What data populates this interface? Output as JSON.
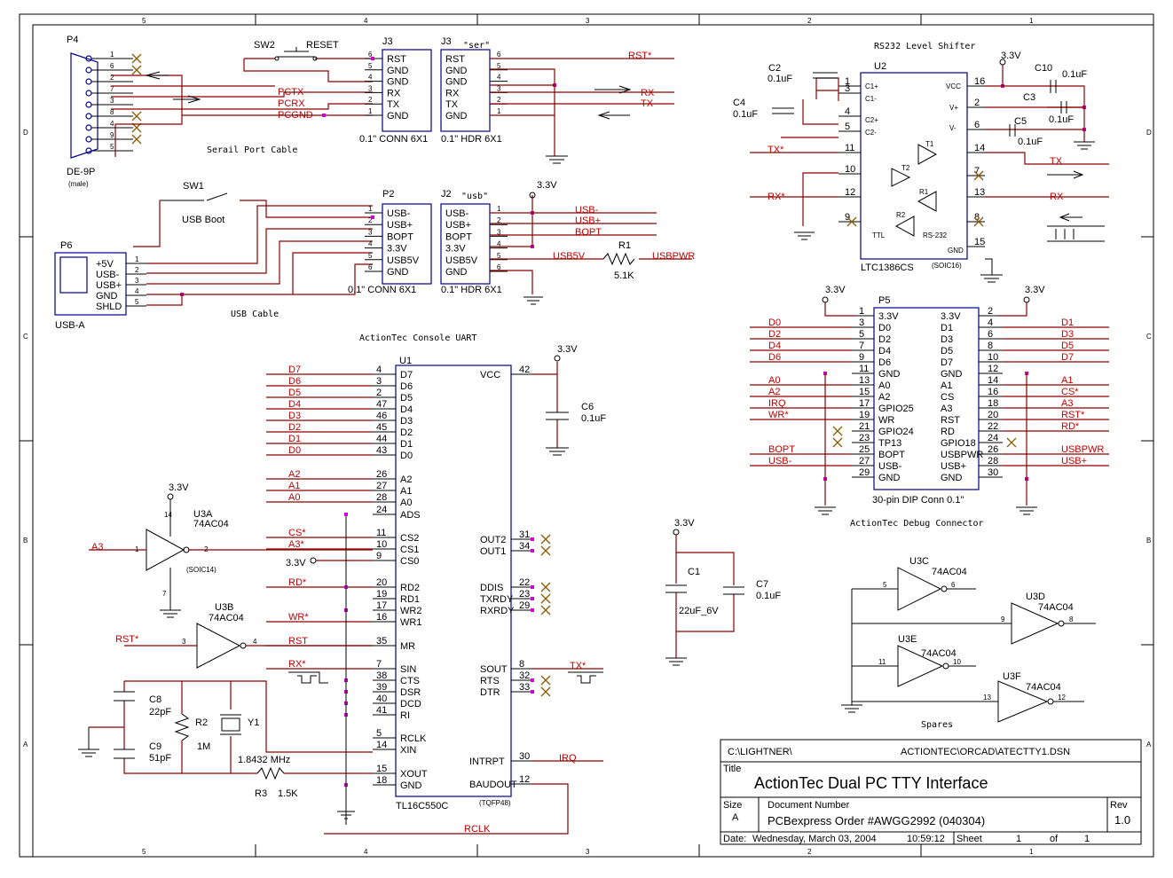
{
  "frame": {
    "zones_top": [
      "5",
      "4",
      "3",
      "2",
      "1"
    ],
    "zones_side": [
      "D",
      "C",
      "B",
      "A"
    ]
  },
  "p4": {
    "ref": "P4",
    "name": "DE-9P",
    "sub": "(male)",
    "pins": [
      "1",
      "6",
      "2",
      "7",
      "3",
      "8",
      "4",
      "9",
      "5"
    ]
  },
  "serial_cable": {
    "label": "Serail Port Cable",
    "nets": [
      "PCTX",
      "PCRX",
      "PCGND"
    ]
  },
  "sw2": {
    "ref": "SW2",
    "label": "RESET"
  },
  "j3_conn": {
    "ref": "J3",
    "pins": [
      "RST",
      "GND",
      "GND",
      "RX",
      "TX",
      "GND"
    ],
    "nums": [
      "6",
      "5",
      "4",
      "3",
      "2",
      "1"
    ],
    "desc": "0.1\" CONN 6X1"
  },
  "j3_hdr": {
    "ref": "J3",
    "tag": "\"ser\"",
    "pins": [
      "RST",
      "GND",
      "GND",
      "RX",
      "TX",
      "GND"
    ],
    "nums": [
      "6",
      "5",
      "4",
      "3",
      "2",
      "1"
    ],
    "desc": "0.1\" HDR 6X1",
    "nets": [
      "RST*",
      "RX",
      "TX"
    ]
  },
  "sw1": {
    "ref": "SW1",
    "label": "USB Boot"
  },
  "p6": {
    "ref": "P6",
    "name": "USB-A",
    "pins": [
      "+5V",
      "USB-",
      "USB+",
      "GND",
      "SHLD"
    ],
    "nums": [
      "1",
      "2",
      "3",
      "4",
      "5"
    ]
  },
  "usb_cable": {
    "label": "USB Cable"
  },
  "p2": {
    "ref": "P2",
    "pins": [
      "USB-",
      "USB+",
      "BOPT",
      "3.3V",
      "USB5V",
      "GND"
    ],
    "nums": [
      "1",
      "2",
      "3",
      "4",
      "5",
      "6"
    ],
    "desc": "0.1\" CONN 6X1"
  },
  "j2": {
    "ref": "J2",
    "tag": "\"usb\"",
    "pins": [
      "USB-",
      "USB+",
      "BOPT",
      "3.3V",
      "USB5V",
      "GND"
    ],
    "nums": [
      "1",
      "2",
      "3",
      "4",
      "5",
      "6"
    ],
    "desc": "0.1\" HDR 6X1",
    "nets": [
      "USB-",
      "USB+",
      "BOPT",
      "USB5V",
      "USBPWR"
    ]
  },
  "r1": {
    "ref": "R1",
    "value": "5.1K"
  },
  "u2": {
    "title": "RS232 Level Shifter",
    "ref": "U2",
    "part": "LTC1386CS",
    "pkg": "(SOIC16)",
    "left": [
      "C1+",
      "C1-",
      "C2+",
      "C2-"
    ],
    "right": [
      "VCC",
      "V+",
      "V-",
      "GND"
    ],
    "lnums": [
      "1",
      "3",
      "4",
      "5",
      "11",
      "10",
      "12",
      "9"
    ],
    "rnums": [
      "16",
      "2",
      "6",
      "14",
      "7",
      "13",
      "8",
      "15"
    ],
    "gates": [
      "T1",
      "T2",
      "R1",
      "R2"
    ],
    "ttl": "TTL",
    "rs232": "RS-232",
    "nets": [
      "TX*",
      "RX*",
      "TX",
      "RX"
    ]
  },
  "caps_rs": [
    {
      "ref": "C2",
      "v": "0.1uF"
    },
    {
      "ref": "C4",
      "v": "0.1uF"
    },
    {
      "ref": "C10",
      "v": "0.1uF"
    },
    {
      "ref": "C3",
      "v": "0.1uF"
    },
    {
      "ref": "C5",
      "v": "0.1uF"
    }
  ],
  "p5": {
    "title": "ActionTec Debug Connector",
    "ref": "P5",
    "desc": "30-pin DIP Conn 0.1\"",
    "left": [
      "3.3V",
      "D0",
      "D2",
      "D4",
      "D6",
      "GND",
      "A0",
      "A2",
      "GPIO25",
      "WR",
      "GPIO24",
      "TP13",
      "BOPT",
      "USB-",
      "GND"
    ],
    "right": [
      "3.3V",
      "D1",
      "D3",
      "D5",
      "D7",
      "GND",
      "A1",
      "CS",
      "A3",
      "RST",
      "RD",
      "GPIO18",
      "USBPWR",
      "USB+",
      "GND"
    ],
    "lnums": [
      "1",
      "3",
      "5",
      "7",
      "9",
      "11",
      "13",
      "15",
      "17",
      "19",
      "21",
      "23",
      "25",
      "27",
      "29"
    ],
    "rnums": [
      "2",
      "4",
      "6",
      "8",
      "10",
      "12",
      "14",
      "16",
      "18",
      "20",
      "22",
      "24",
      "26",
      "28",
      "30"
    ],
    "lnets": [
      "D0",
      "D2",
      "D4",
      "D6",
      "A0",
      "A2",
      "IRQ",
      "WR*",
      "BOPT",
      "USB-"
    ],
    "rnets": [
      "D1",
      "D3",
      "D5",
      "D7",
      "A1",
      "CS*",
      "A3",
      "RST*",
      "RD*",
      "USBPWR",
      "USB+"
    ]
  },
  "u1": {
    "title": "ActionTec Console UART",
    "ref": "U1",
    "part": "TL16C550C",
    "pkg": "(TQFP48)",
    "left": [
      "D7",
      "D6",
      "D5",
      "D4",
      "D3",
      "D2",
      "D1",
      "D0",
      "A2",
      "A1",
      "A0",
      "ADS",
      "CS2",
      "CS1",
      "CS0",
      "RD2",
      "RD1",
      "WR2",
      "WR1",
      "MR",
      "SIN",
      "CTS",
      "DSR",
      "DCD",
      "RI",
      "RCLK",
      "XIN",
      "XOUT",
      "GND"
    ],
    "lnums": [
      "4",
      "3",
      "2",
      "47",
      "46",
      "45",
      "44",
      "43",
      "26",
      "27",
      "28",
      "24",
      "11",
      "10",
      "9",
      "20",
      "19",
      "17",
      "16",
      "35",
      "7",
      "38",
      "39",
      "40",
      "41",
      "5",
      "14",
      "15",
      "18"
    ],
    "right": [
      "VCC",
      "OUT2",
      "OUT1",
      "DDIS",
      "TXRDY",
      "RXRDY",
      "SOUT",
      "RTS",
      "DTR",
      "INTRPT",
      "BAUDOUT"
    ],
    "rnums": [
      "42",
      "31",
      "34",
      "22",
      "23",
      "29",
      "8",
      "32",
      "33",
      "30",
      "12"
    ],
    "nets": [
      "D7",
      "D6",
      "D5",
      "D4",
      "D3",
      "D2",
      "D1",
      "D0",
      "A2",
      "A1",
      "A0",
      "CS*",
      "A3*",
      "3.3V",
      "RD*",
      "WR*",
      "RST",
      "RX*",
      "TX*",
      "IRQ",
      "RCLK"
    ]
  },
  "u3": {
    "ref_a": "U3A",
    "ref_b": "U3B",
    "ref_c": "U3C",
    "ref_d": "U3D",
    "ref_e": "U3E",
    "ref_f": "U3F",
    "part": "74AC04",
    "pkg": "(SOIC14)",
    "spares": "Spares",
    "net_a3": "A3",
    "net_rst": "RST*"
  },
  "osc": {
    "c8": "C8",
    "c8v": "22pF",
    "c9": "C9",
    "c9v": "51pF",
    "r2": "R2",
    "r2v": "1M",
    "y1": "Y1",
    "freq": "1.8432 MHz",
    "r3": "R3",
    "r3v": "1.5K"
  },
  "caps_pwr": {
    "c6": "C6",
    "c6v": "0.1uF",
    "c1": "C1",
    "c1v": "22uF_6V",
    "c7": "C7",
    "c7v": "0.1uF",
    "vcc": "3.3V"
  },
  "titleblock": {
    "path": "C:\\LIGHTNER\\",
    "file": "ACTIONTEC\\ORCAD\\ATECTTY1.DSN",
    "title_lbl": "Title",
    "title": "ActionTec Dual PC TTY Interface",
    "size_lbl": "Size",
    "size": "A",
    "docnum_lbl": "Document Number",
    "docnum": "PCBexpress Order #AWGG2992 (040304)",
    "rev_lbl": "Rev",
    "rev": "1.0",
    "date_lbl": "Date:",
    "date": "Wednesday, March 03, 2004",
    "time": "10:59:12",
    "sheet_lbl": "Sheet",
    "sheet": "1",
    "of_lbl": "of",
    "of": "1"
  }
}
